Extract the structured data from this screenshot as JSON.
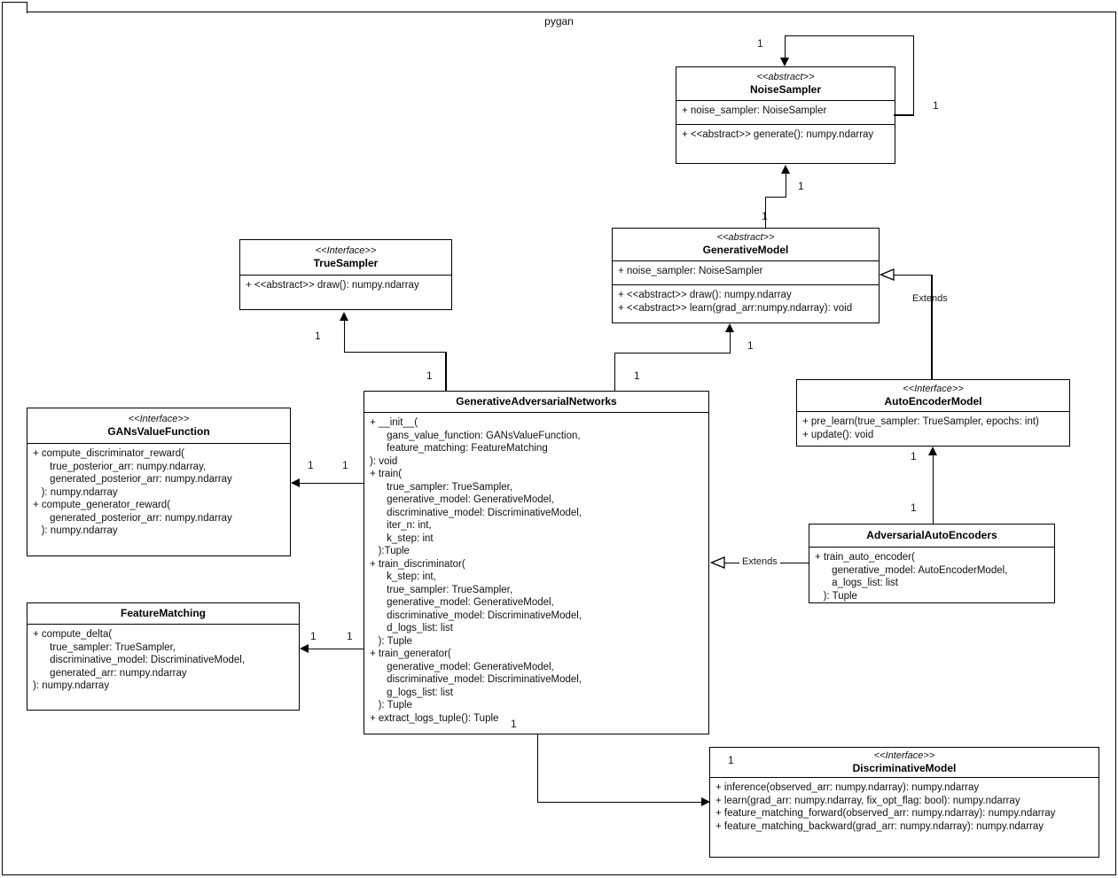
{
  "diagram": {
    "package_title": "pygan"
  },
  "classes": [
    {
      "id": "NoiseSampler",
      "stereotype": "<<abstract>>",
      "name": "NoiseSampler",
      "attributes": [
        "+ noise_sampler: NoiseSampler"
      ],
      "methods": [
        "+ <<abstract>> generate(): numpy.ndarray"
      ]
    },
    {
      "id": "GenerativeModel",
      "stereotype": "<<abstract>>",
      "name": "GenerativeModel",
      "attributes": [
        "+ noise_sampler: NoiseSampler"
      ],
      "methods": [
        "+ <<abstract>> draw(): numpy.ndarray",
        "+ <<abstract>> learn(grad_arr:numpy.ndarray): void"
      ]
    },
    {
      "id": "TrueSampler",
      "stereotype": "<<Interface>>",
      "name": "TrueSampler",
      "methods": [
        "+ <<abstract>> draw(): numpy.ndarray"
      ]
    },
    {
      "id": "GANsValueFunction",
      "stereotype": "<<Interface>>",
      "name": "GANsValueFunction",
      "methods": [
        "+ compute_discriminator_reward(",
        "      true_posterior_arr: numpy.ndarray,",
        "      generated_posterior_arr: numpy.ndarray",
        "   ): numpy.ndarray",
        "+ compute_generator_reward(",
        "      generated_posterior_arr: numpy.ndarray",
        "   ): numpy.ndarray"
      ]
    },
    {
      "id": "GenerativeAdversarialNetworks",
      "name": "GenerativeAdversarialNetworks",
      "methods": [
        "+ __init__(",
        "      gans_value_function: GANsValueFunction,",
        "      feature_matching: FeatureMatching",
        "): void",
        "+ train(",
        "      true_sampler: TrueSampler,",
        "      generative_model: GenerativeModel,",
        "      discriminative_model: DiscriminativeModel,",
        "      iter_n: int,",
        "      k_step: int",
        "   ):Tuple",
        "+ train_discriminator(",
        "      k_step: int,",
        "      true_sampler: TrueSampler,",
        "      generative_model: GenerativeModel,",
        "      discriminative_model: DiscriminativeModel,",
        "      d_logs_list: list",
        "   ): Tuple",
        "+ train_generator(",
        "      generative_model: GenerativeModel,",
        "      discriminative_model: DiscriminativeModel,",
        "      g_logs_list: list",
        "   ): Tuple",
        "+ extract_logs_tuple(): Tuple"
      ]
    },
    {
      "id": "FeatureMatching",
      "name": "FeatureMatching",
      "methods": [
        "+ compute_delta(",
        "      true_sampler: TrueSampler,",
        "      discriminative_model: DiscriminativeModel,",
        "      generated_arr: numpy.ndarray",
        "): numpy.ndarray"
      ]
    },
    {
      "id": "AutoEncoderModel",
      "stereotype": "<<Interface>>",
      "name": "AutoEncoderModel",
      "methods": [
        "+ pre_learn(true_sampler: TrueSampler, epochs: int)",
        "+ update(): void"
      ]
    },
    {
      "id": "AdversarialAutoEncoders",
      "name": "AdversarialAutoEncoders",
      "methods": [
        "+ train_auto_encoder(",
        "      generative_model: AutoEncoderModel,",
        "      a_logs_list: list",
        "   ): Tuple"
      ]
    },
    {
      "id": "DiscriminativeModel",
      "stereotype": "<<Interface>>",
      "name": "DiscriminativeModel",
      "methods": [
        "+ inference(observed_arr: numpy.ndarray): numpy.ndarray",
        "+ learn(grad_arr: numpy.ndarray, fix_opt_flag: bool): numpy.ndarray",
        "+ feature_matching_forward(observed_arr: numpy.ndarray): numpy.ndarray",
        "+ feature_matching_backward(grad_arr: numpy.ndarray): numpy.ndarray"
      ]
    }
  ],
  "connectors": {
    "noisesampler_self": {
      "mult_top": "1",
      "mult_right": "1"
    },
    "generativemodel_noisesampler": {
      "mult_near_target": "1",
      "mult_near_source": "1"
    },
    "gan_truesampler": {
      "mult_near_target": "1",
      "mult_near_source": "1"
    },
    "gan_generativemodel": {
      "mult_near_source": "1",
      "mult_near_target": "1"
    },
    "gan_gansvaluefunction": {
      "mult_near_target": "1",
      "mult_near_source": "1"
    },
    "gan_featurematching": {
      "mult_near_target": "1",
      "mult_near_source": "1"
    },
    "gan_discriminativemodel": {
      "mult_near_source": "1",
      "mult_near_target": "1"
    },
    "aae_autoencodermodel": {
      "mult_near_target": "1",
      "mult_near_source": "1"
    },
    "autoencodermodel_extends_generativemodel": {
      "label": "Extends"
    },
    "aae_extends_gan": {
      "label": "Extends"
    }
  }
}
